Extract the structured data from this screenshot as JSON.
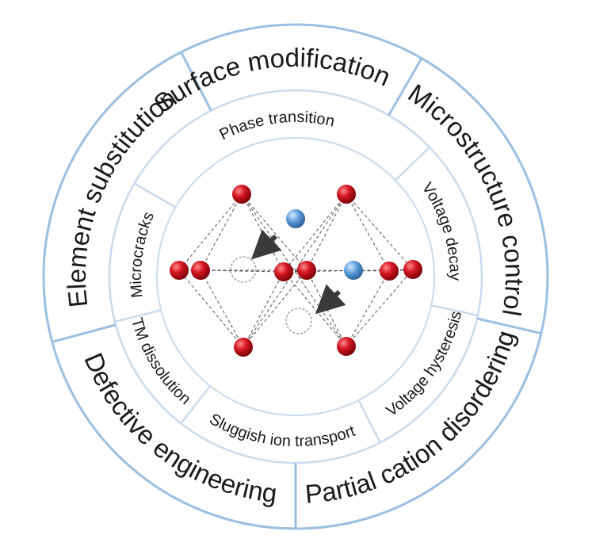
{
  "outer_ring": {
    "labels": [
      "Surface modification",
      "Microstructure control",
      "Partial cation disordering",
      "Defective engineering",
      "Element substitution"
    ]
  },
  "inner_ring": {
    "labels": [
      "Phase transition",
      "Voltage decay",
      "Voltage hysteresis",
      "Sluggish ion transport",
      "TM dissolution",
      "Microcracks"
    ]
  },
  "colors": {
    "ring_line": "#9bbfe0",
    "ring_fill": "#ffffff",
    "oxygen_atom": "#c8101c",
    "lithium_atom": "#5a9bd8",
    "bond_line": "#555555",
    "arrow": "#3a3a3a"
  },
  "icons": {
    "oxygen": "oxygen-atom-icon",
    "lithium": "lithium-atom-icon",
    "vacancy": "vacancy-icon",
    "migration": "migration-arrow-icon"
  }
}
